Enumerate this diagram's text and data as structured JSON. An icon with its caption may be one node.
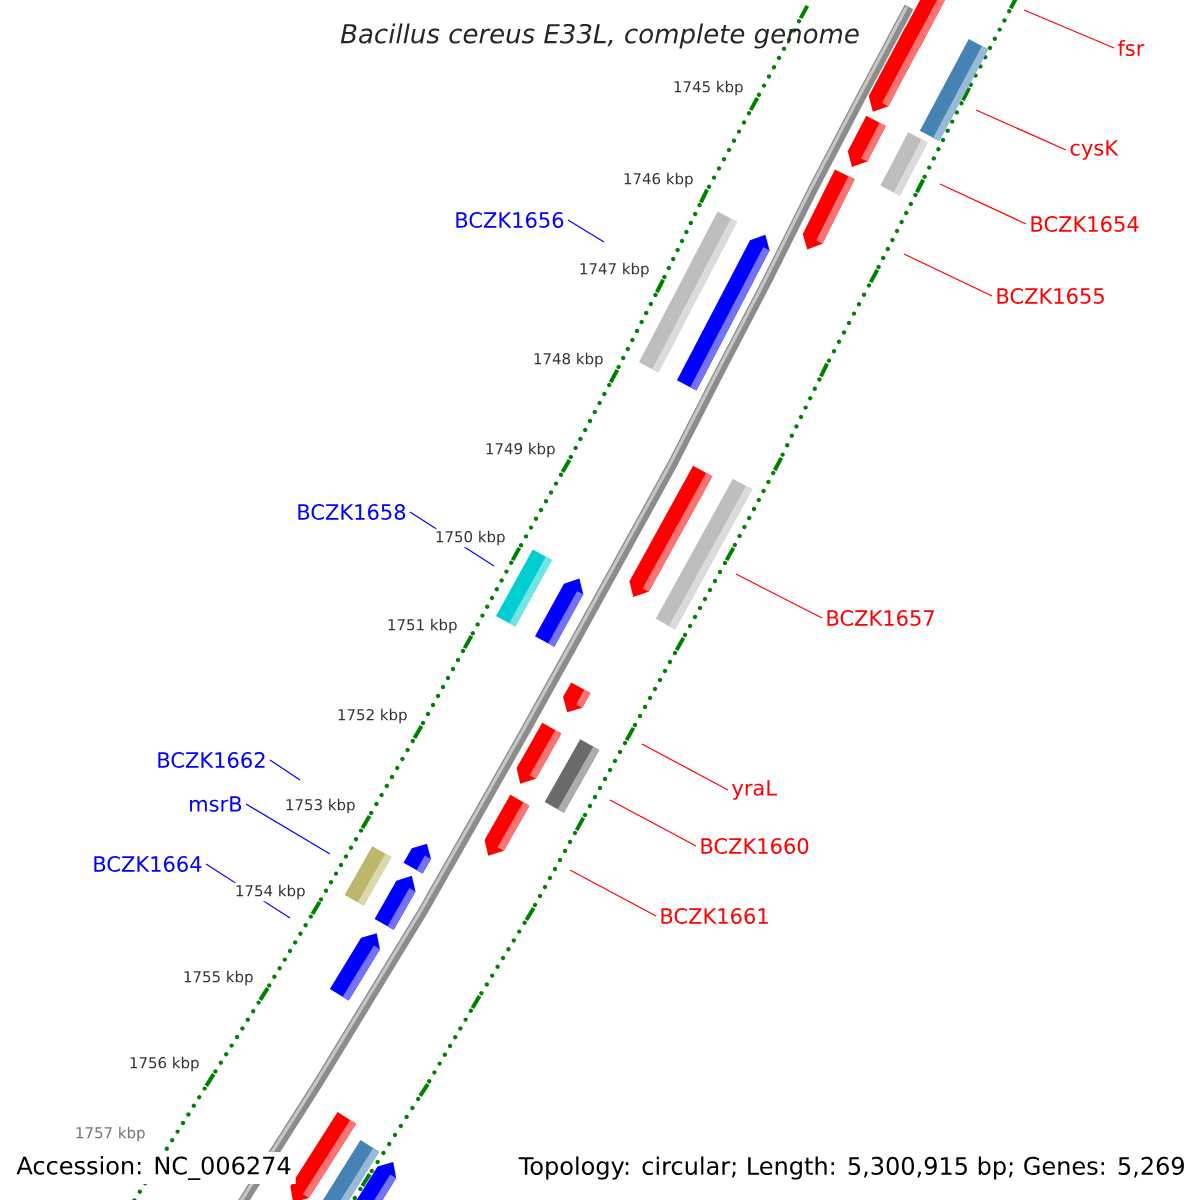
{
  "diagram": {
    "title": "Bacillus cereus E33L, complete genome",
    "nodes": [
      {
        "text": [
          "fsr"
        ]
      },
      {
        "text": [
          "cysK"
        ]
      },
      {
        "text": [
          "BCZK1656"
        ]
      },
      {
        "text": [
          "BCZK1654"
        ]
      },
      {
        "text": [
          "BCZK1655"
        ]
      },
      {
        "text": [
          "BCZK1658"
        ]
      },
      {
        "text": [
          "BCZK1657"
        ]
      },
      {
        "text": [
          "BCZK1662"
        ]
      },
      {
        "text": [
          "yraL"
        ]
      },
      {
        "text": [
          "msrB"
        ]
      },
      {
        "text": [
          "BCZK1660"
        ]
      },
      {
        "text": [
          "BCZK1664"
        ]
      },
      {
        "text": [
          "BCZK1661"
        ]
      }
    ],
    "edges": [
      {
        "from": 0,
        "to": null,
        "arrow": "none"
      },
      {
        "from": 1,
        "to": null,
        "arrow": "none"
      },
      {
        "from": 2,
        "to": null,
        "arrow": "none",
        "color": "#0000ff"
      },
      {
        "from": 3,
        "to": null,
        "arrow": "none"
      },
      {
        "from": 4,
        "to": null,
        "arrow": "none"
      },
      {
        "from": 5,
        "to": null,
        "arrow": "none",
        "color": "#0000ff"
      },
      {
        "from": 6,
        "to": null,
        "arrow": "none"
      },
      {
        "from": 7,
        "to": null,
        "arrow": "none",
        "color": "#0000ff"
      },
      {
        "from": 8,
        "to": null,
        "arrow": "none"
      },
      {
        "from": 9,
        "to": null,
        "arrow": "none",
        "color": "#0000ff"
      },
      {
        "from": 10,
        "to": null,
        "arrow": "none"
      },
      {
        "from": 11,
        "to": null,
        "arrow": "none",
        "color": "#0000ff"
      },
      {
        "from": 12,
        "to": null,
        "arrow": "none"
      }
    ],
    "labels": [
      "1745 kbp",
      "1746 kbp",
      "1747 kbp",
      "1748 kbp",
      "1749 kbp",
      "1750 kbp",
      "1751 kbp",
      "1752 kbp",
      "1753 kbp",
      "1754 kbp",
      "1755 kbp",
      "1756 kbp",
      "1757 kbp",
      "Accession: NC_006274",
      "Topology: circular; Length: 5,300,915 bp; Genes: 5,269"
    ]
  }
}
